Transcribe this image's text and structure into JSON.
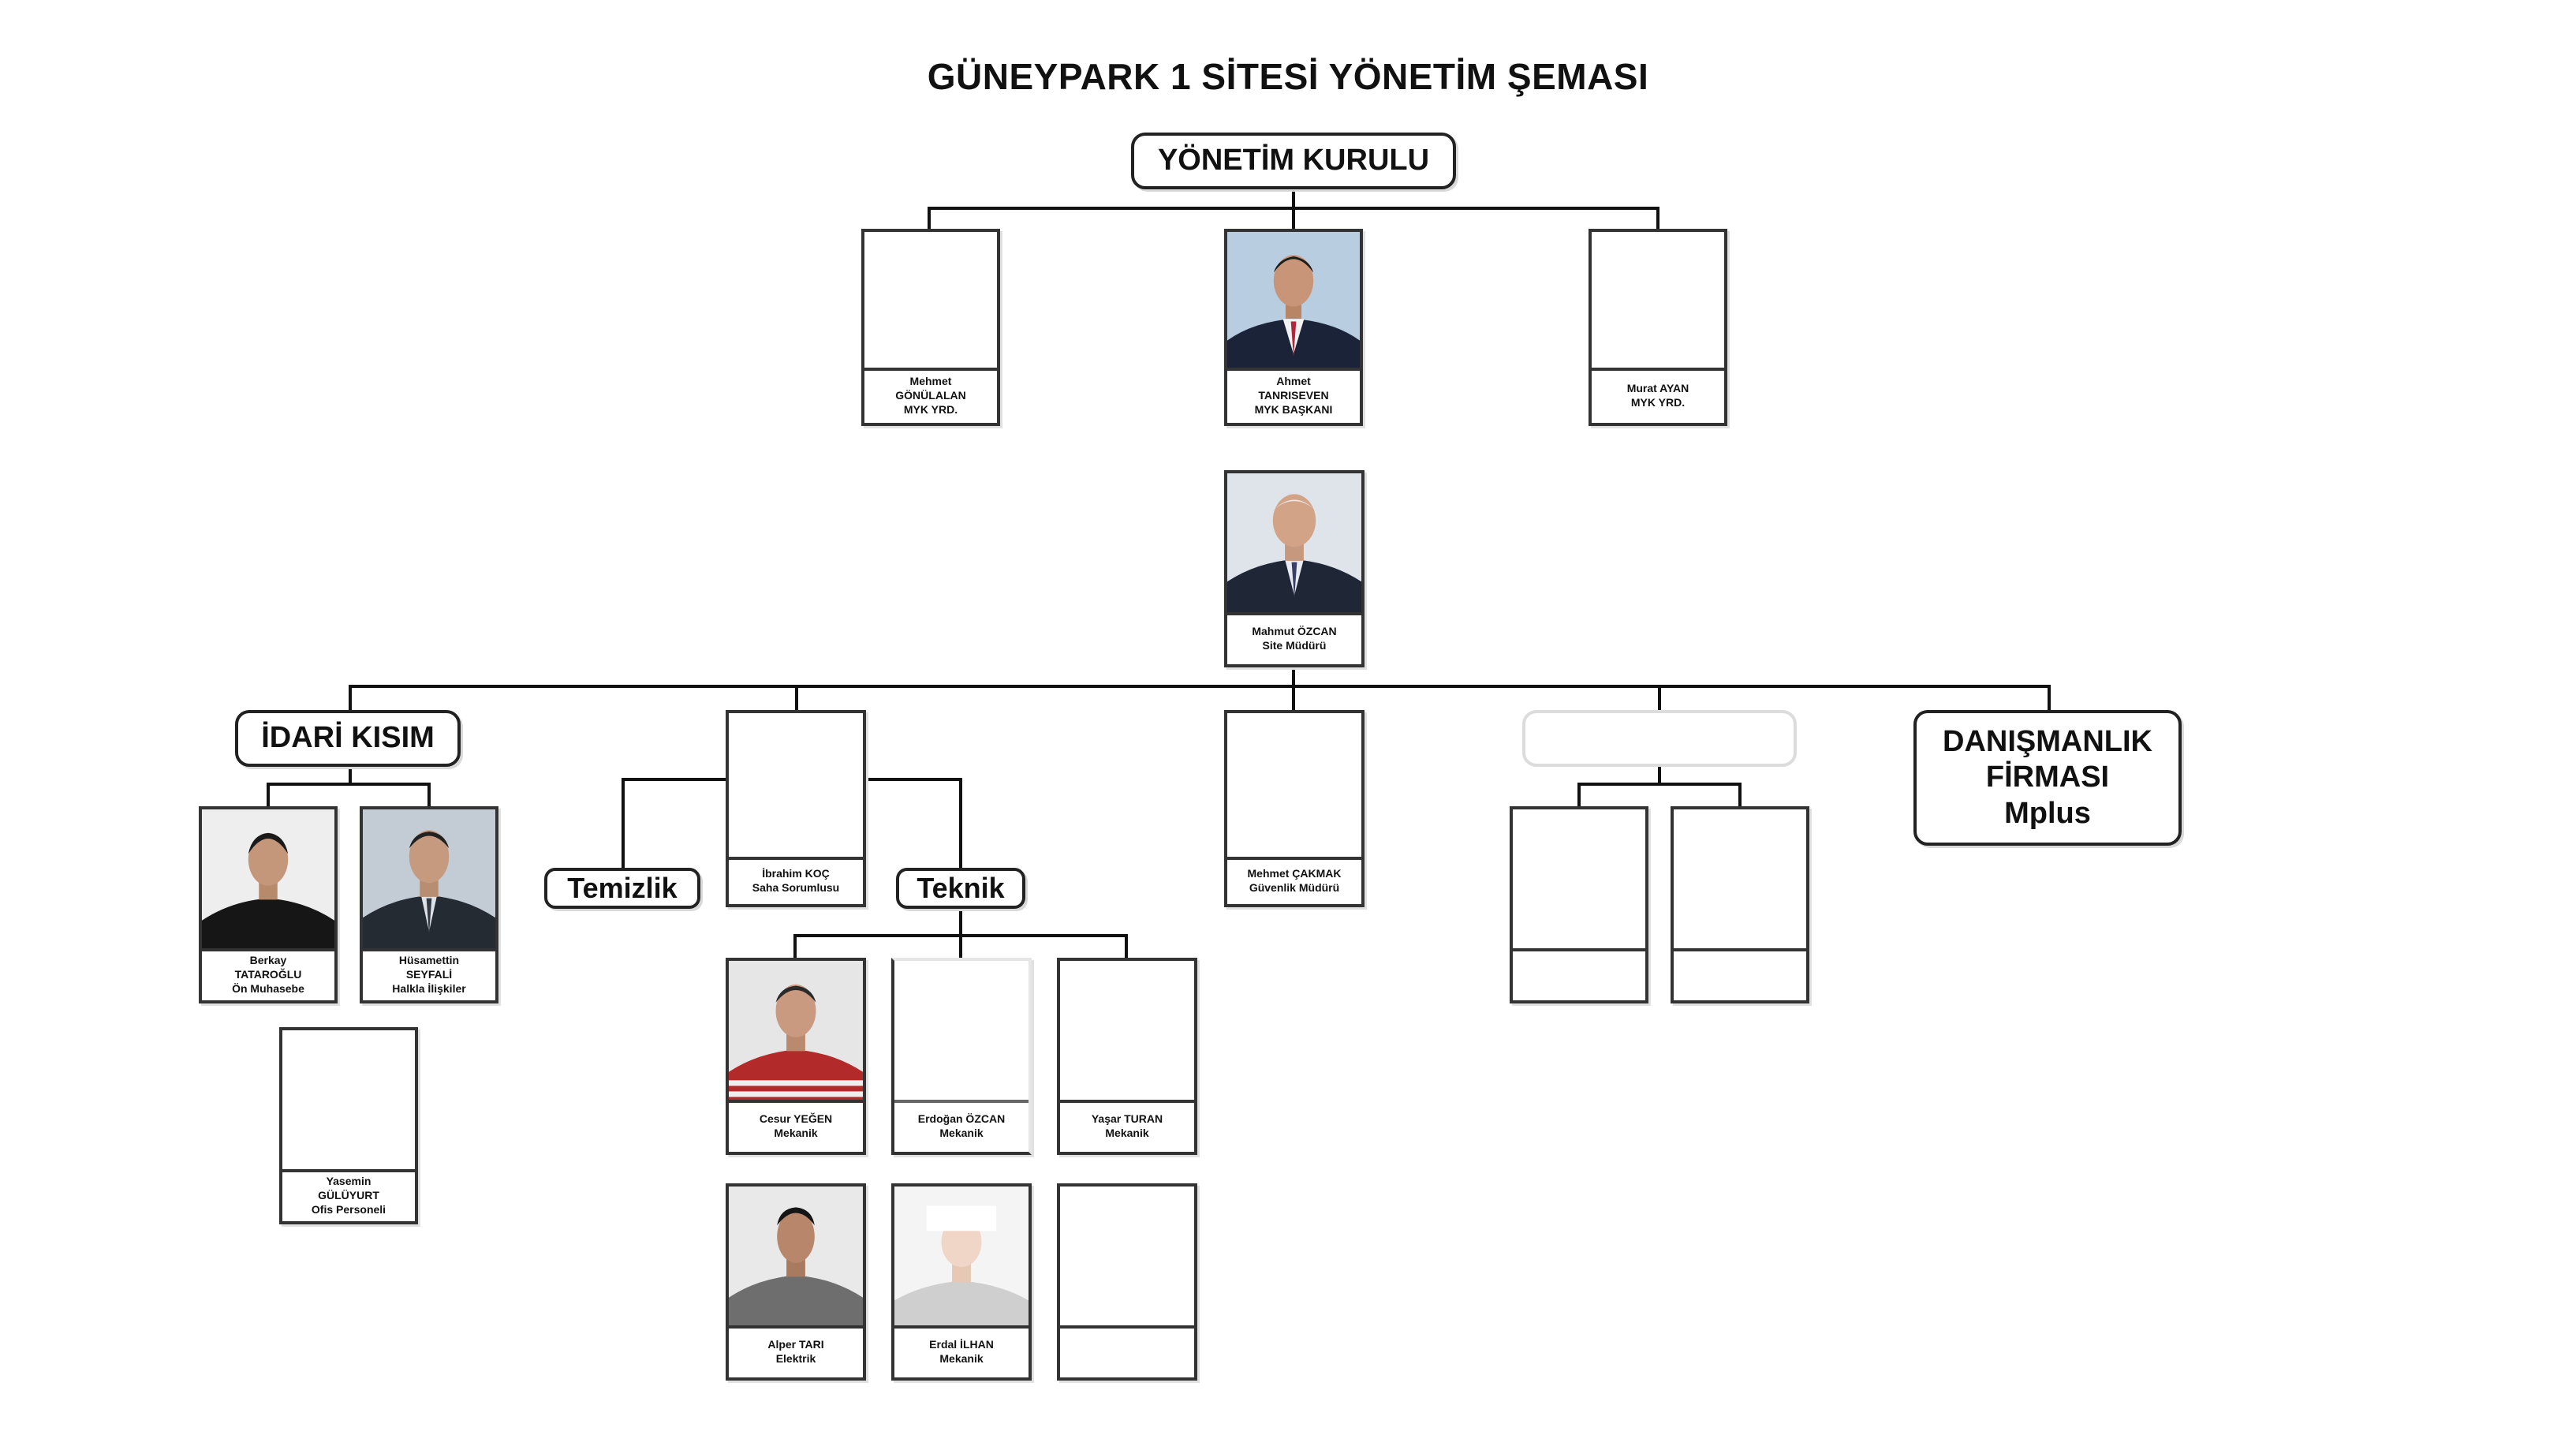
{
  "title": "GÜNEYPARK 1 SİTESİ YÖNETİM ŞEMASI",
  "headers": {
    "board": "YÖNETİM KURULU",
    "admin": "İDARİ KISIM",
    "cleaning": "Temizlik",
    "technical": "Teknik",
    "blurred": "",
    "consulting_line1": "DANIŞMANLIK",
    "consulting_line2": "FİRMASI",
    "consulting_line3": "Mplus"
  },
  "people": {
    "gonulalan": {
      "line1": "Mehmet",
      "line2": "GÖNÜLALAN",
      "line3": "MYK YRD."
    },
    "tanriseven": {
      "line1": "Ahmet",
      "line2": "TANRISEVEN",
      "line3": "MYK BAŞKANI"
    },
    "ayan": {
      "line1": "Murat AYAN",
      "line2": "MYK YRD."
    },
    "ozcan": {
      "line1": "Mahmut ÖZCAN",
      "line2": "Site Müdürü"
    },
    "koc": {
      "line1": "İbrahim KOÇ",
      "line2": "Saha Sorumlusu"
    },
    "cakmak": {
      "line1": "Mehmet ÇAKMAK",
      "line2": "Güvenlik Müdürü"
    },
    "tataroglu": {
      "line1": "Berkay",
      "line2": "TATAROĞLU",
      "line3": "Ön Muhasebe"
    },
    "seyfali": {
      "line1": "Hüsamettin",
      "line2": "SEYFALİ",
      "line3": "Halkla İlişkiler"
    },
    "guluyurt": {
      "line1": "Yasemin",
      "line2": "GÜLÜYURT",
      "line3": "Ofis Personeli"
    },
    "yegen": {
      "line1": "Cesur YEĞEN",
      "line2": "Mekanik"
    },
    "ozcan2": {
      "line1": "Erdoğan ÖZCAN",
      "line2": "Mekanik"
    },
    "turan": {
      "line1": "Yaşar TURAN",
      "line2": "Mekanik"
    },
    "tari": {
      "line1": "Alper TARI",
      "line2": "Elektrik"
    },
    "ilhan": {
      "line1": "Erdal İLHAN",
      "line2": "Mekanik"
    },
    "blank1": {
      "line1": "",
      "line2": ""
    },
    "blank2": {
      "line1": "",
      "line2": ""
    },
    "blank3": {
      "line1": "",
      "line2": ""
    }
  },
  "colors": {
    "line": "#111111",
    "box_border": "#333333"
  }
}
